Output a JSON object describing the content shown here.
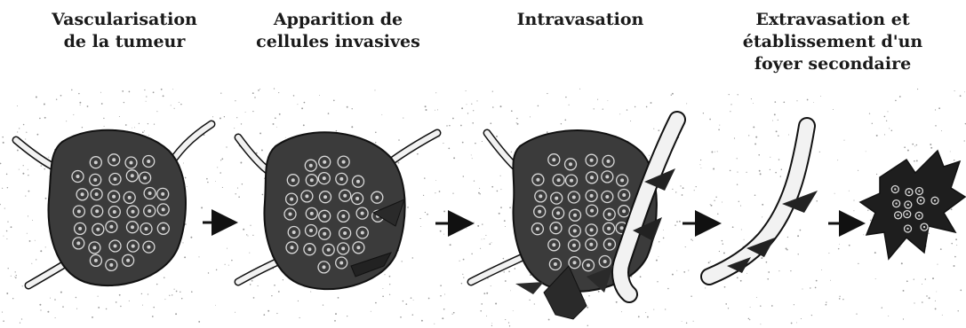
{
  "stages": [
    {
      "title_lines": [
        "Vascularisation",
        "de la tumeur"
      ]
    },
    {
      "title_lines": [
        "Apparition de",
        "cellules invasives"
      ]
    },
    {
      "title_lines": [
        "Intravasation"
      ]
    },
    {
      "title_lines": [
        "Extravasation et",
        "établissement d'un",
        "foyer secondaire"
      ]
    }
  ],
  "colors": {
    "text": "#1a1a1a",
    "tumor_fill": "#3b3b3b",
    "vessel_fill": "#f2f2f2",
    "outline": "#111111",
    "stipple": "#9a9a9a"
  },
  "arrow_count": 4
}
